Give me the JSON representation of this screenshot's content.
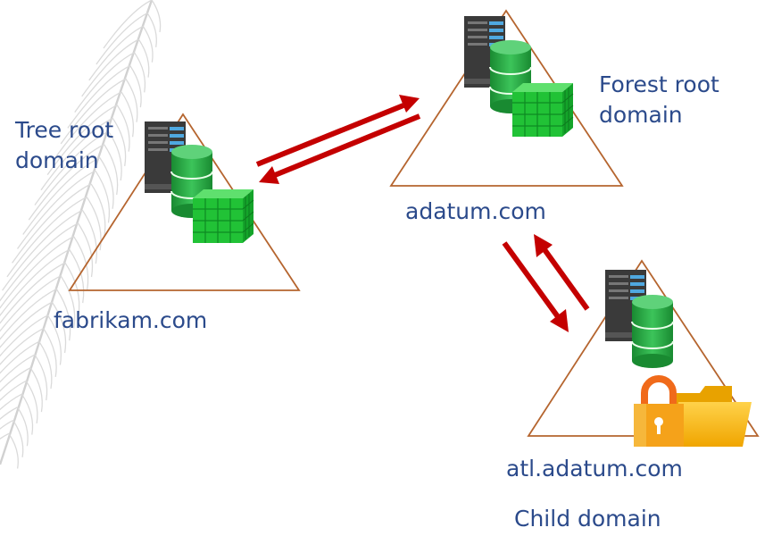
{
  "labels": {
    "tree_root": [
      "Tree root",
      "domain"
    ],
    "forest_root": [
      "Forest root",
      "domain"
    ],
    "fabrikam": "fabrikam.com",
    "adatum": "adatum.com",
    "atl": "atl.adatum.com",
    "child": "Child domain"
  },
  "colors": {
    "text": "#2b4a8b",
    "triangle": "#b5652f",
    "arrow": "#c40000",
    "server_body": "#3a3a3a",
    "server_light": "#4fa8e0",
    "db_green": "#1f9e3a",
    "cube_green": "#21c236",
    "lock_orange": "#f58a1f",
    "folder_yellow": "#f5b51a"
  },
  "icons": [
    "server-icon",
    "database-icon",
    "object-cube-icon",
    "lock-icon",
    "folder-icon",
    "feather-decoration"
  ]
}
